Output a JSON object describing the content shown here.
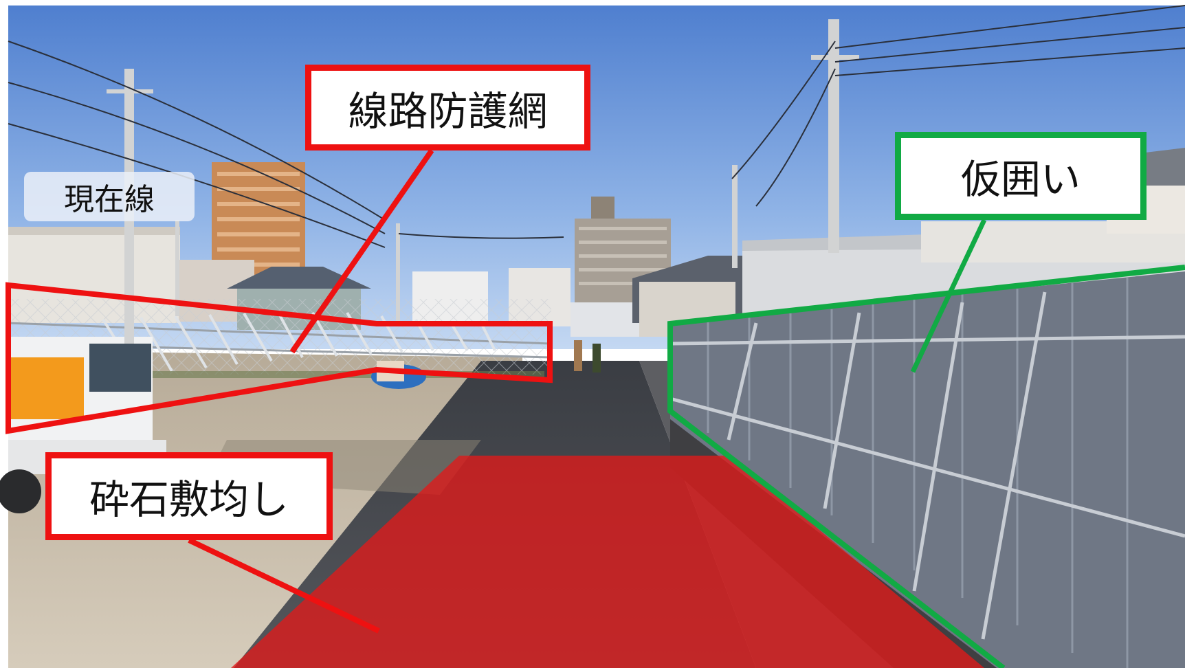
{
  "labels": {
    "track_net": "線路防護網",
    "temp_fence": "仮囲い",
    "gravel": "砕石敷均し",
    "current_line": "現在線"
  },
  "colors": {
    "red_annotation": "#ee1111",
    "green_annotation": "#11aa44",
    "gravel_overlay": "#e01a1a"
  }
}
